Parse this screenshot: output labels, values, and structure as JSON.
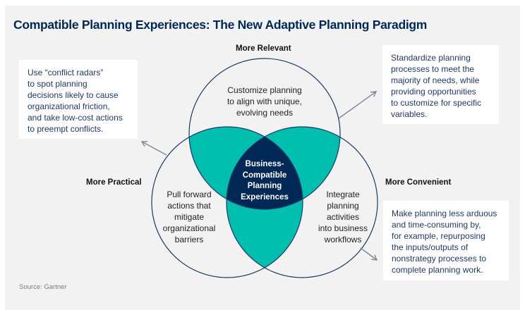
{
  "title": "Compatible Planning Experiences: The New Adaptive Planning Paradigm",
  "colors": {
    "navy": "#002856",
    "teal": "#00bfae",
    "circle_outline": "#1b3a6b",
    "panel_bg": "#f2f2f2",
    "callout_text": "#1f3a6b",
    "arrow": "#7d8799"
  },
  "circles": [
    {
      "id": "relevant",
      "label": "More Relevant",
      "text_lines": [
        "Customize planning",
        "to align with unique,",
        "evolving needs"
      ]
    },
    {
      "id": "practical",
      "label": "More Practical",
      "text_lines": [
        "Pull forward",
        "actions that",
        "mitigate",
        "organizational",
        "barriers"
      ]
    },
    {
      "id": "convenient",
      "label": "More Convenient",
      "text_lines": [
        "Integrate",
        "planning",
        "activities",
        "into business",
        "workflows"
      ]
    }
  ],
  "center": {
    "text_lines": [
      "Business-",
      "Compatible",
      "Planning",
      "Experiences"
    ]
  },
  "callouts": {
    "practical": {
      "lines": [
        "Use “conflict radars”",
        "to spot planning",
        "decisions likely to cause",
        "organizational friction,",
        "and take low-cost actions",
        "to preempt conflicts."
      ]
    },
    "relevant": {
      "lines": [
        "Standardize planning",
        "processes to meet the",
        "majority of needs, while",
        "providing opportunities",
        "to customize for specific",
        "variables."
      ]
    },
    "convenient": {
      "lines": [
        "Make planning less arduous",
        "and time-consuming by,",
        "for example, repurposing",
        "the inputs/outputs of",
        "nonstrategy processes to",
        "complete planning work."
      ]
    }
  },
  "source": "Source: Gartner"
}
